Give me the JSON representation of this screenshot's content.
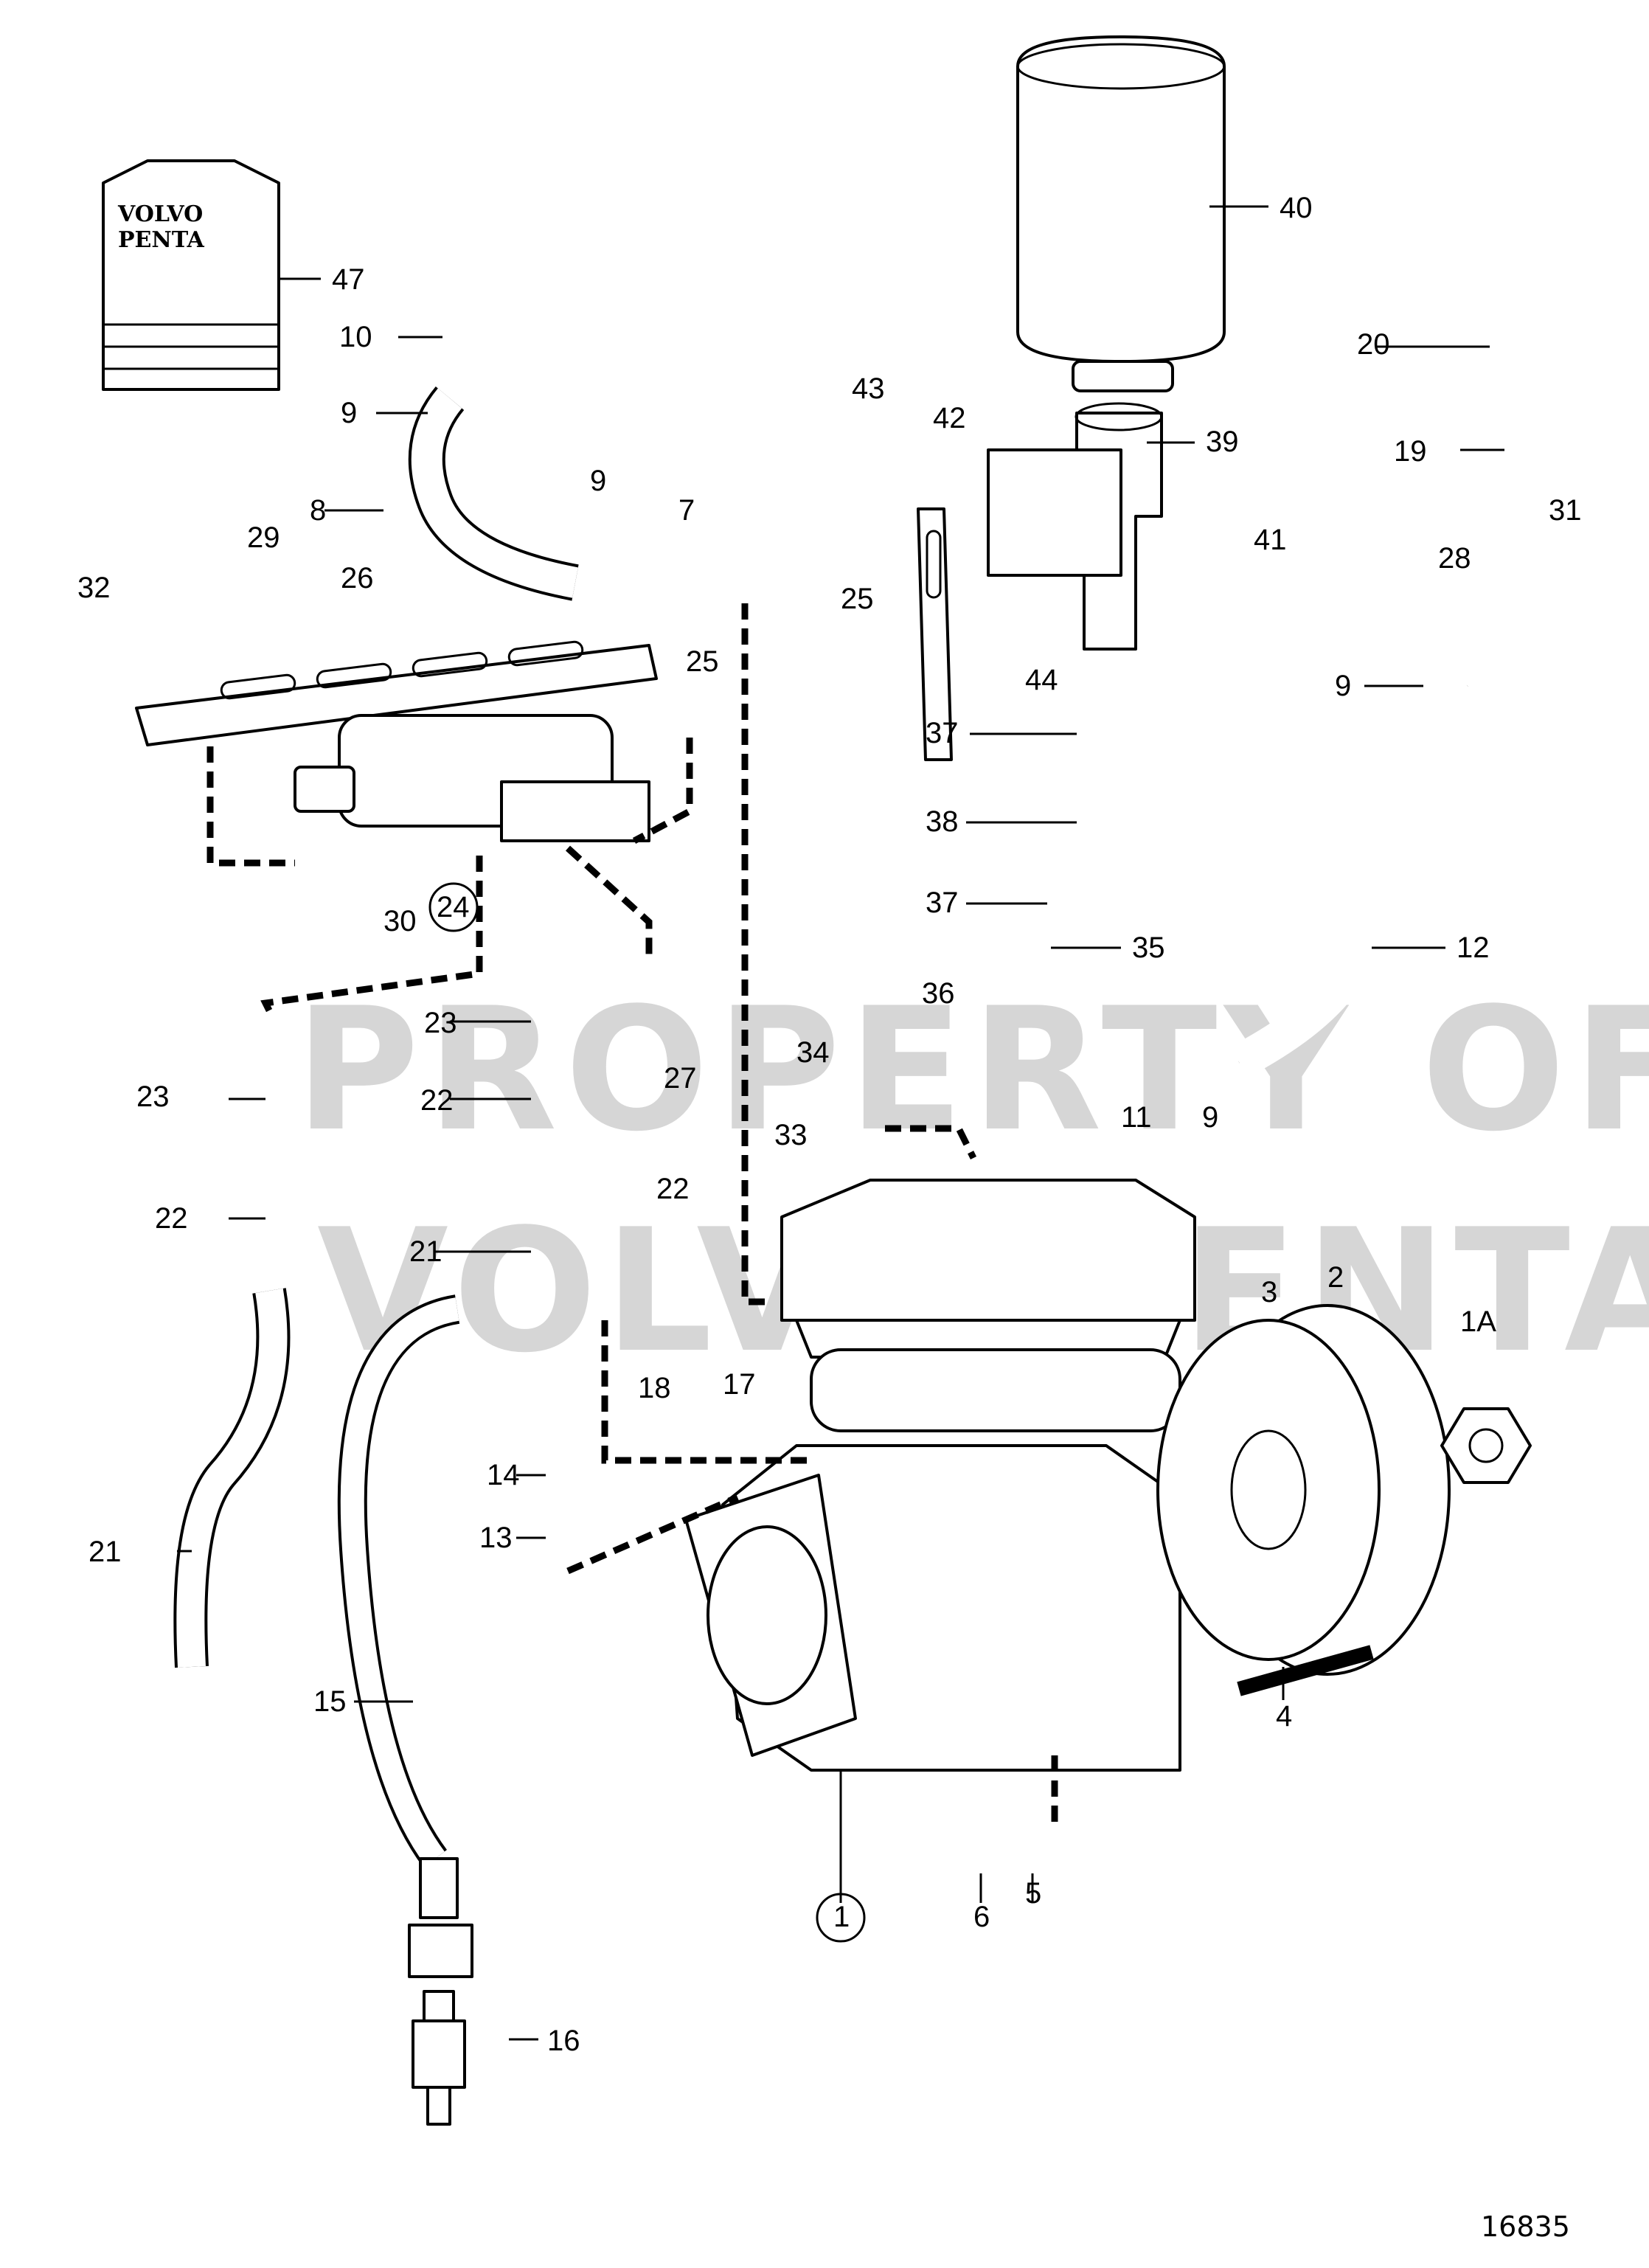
{
  "watermark": {
    "line1": "PROPERTY OF",
    "line2": "VOLVO PENTA"
  },
  "manual": {
    "line1": "VOLVO",
    "line2": "PENTA"
  },
  "drawing_number": "16835",
  "labels": [
    {
      "id": "lbl-1",
      "text": "1",
      "circled": true
    },
    {
      "id": "lbl-1A",
      "text": "1A"
    },
    {
      "id": "lbl-2",
      "text": "2"
    },
    {
      "id": "lbl-3",
      "text": "3"
    },
    {
      "id": "lbl-4",
      "text": "4"
    },
    {
      "id": "lbl-5",
      "text": "5"
    },
    {
      "id": "lbl-6",
      "text": "6"
    },
    {
      "id": "lbl-7",
      "text": "7"
    },
    {
      "id": "lbl-8",
      "text": "8"
    },
    {
      "id": "lbl-9a",
      "text": "9"
    },
    {
      "id": "lbl-9b",
      "text": "9"
    },
    {
      "id": "lbl-9c",
      "text": "9"
    },
    {
      "id": "lbl-9d",
      "text": "9"
    },
    {
      "id": "lbl-10",
      "text": "10"
    },
    {
      "id": "lbl-11",
      "text": "11"
    },
    {
      "id": "lbl-12",
      "text": "12"
    },
    {
      "id": "lbl-13",
      "text": "13"
    },
    {
      "id": "lbl-14",
      "text": "14"
    },
    {
      "id": "lbl-15",
      "text": "15"
    },
    {
      "id": "lbl-16",
      "text": "16"
    },
    {
      "id": "lbl-17",
      "text": "17"
    },
    {
      "id": "lbl-18",
      "text": "18"
    },
    {
      "id": "lbl-19",
      "text": "19"
    },
    {
      "id": "lbl-20",
      "text": "20"
    },
    {
      "id": "lbl-21a",
      "text": "21"
    },
    {
      "id": "lbl-21b",
      "text": "21"
    },
    {
      "id": "lbl-22a",
      "text": "22"
    },
    {
      "id": "lbl-22b",
      "text": "22"
    },
    {
      "id": "lbl-22c",
      "text": "22"
    },
    {
      "id": "lbl-23a",
      "text": "23"
    },
    {
      "id": "lbl-23b",
      "text": "23"
    },
    {
      "id": "lbl-24",
      "text": "24",
      "circled": true
    },
    {
      "id": "lbl-25a",
      "text": "25"
    },
    {
      "id": "lbl-25b",
      "text": "25"
    },
    {
      "id": "lbl-26",
      "text": "26"
    },
    {
      "id": "lbl-27",
      "text": "27"
    },
    {
      "id": "lbl-28",
      "text": "28"
    },
    {
      "id": "lbl-29",
      "text": "29"
    },
    {
      "id": "lbl-30",
      "text": "30"
    },
    {
      "id": "lbl-31",
      "text": "31"
    },
    {
      "id": "lbl-32",
      "text": "32"
    },
    {
      "id": "lbl-33",
      "text": "33"
    },
    {
      "id": "lbl-34",
      "text": "34"
    },
    {
      "id": "lbl-35",
      "text": "35"
    },
    {
      "id": "lbl-36",
      "text": "36"
    },
    {
      "id": "lbl-37a",
      "text": "37"
    },
    {
      "id": "lbl-37b",
      "text": "37"
    },
    {
      "id": "lbl-38",
      "text": "38"
    },
    {
      "id": "lbl-39",
      "text": "39"
    },
    {
      "id": "lbl-40",
      "text": "40"
    },
    {
      "id": "lbl-41",
      "text": "41"
    },
    {
      "id": "lbl-42",
      "text": "42"
    },
    {
      "id": "lbl-43",
      "text": "43"
    },
    {
      "id": "lbl-44",
      "text": "44"
    },
    {
      "id": "lbl-47",
      "text": "47"
    }
  ]
}
